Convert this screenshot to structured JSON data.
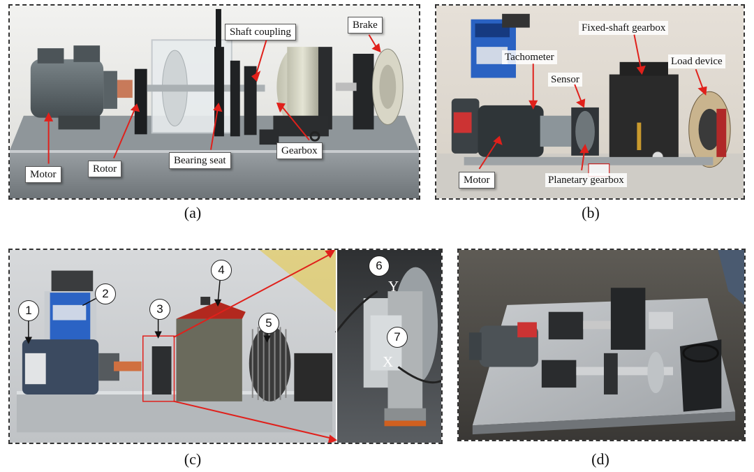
{
  "panel_a": {
    "callouts": {
      "shaft_coupling": "Shaft coupling",
      "brake": "Brake",
      "motor": "Motor",
      "rotor": "Rotor",
      "bearing_seat": "Bearing seat",
      "gearbox": "Gearbox"
    },
    "caption": "(a)"
  },
  "panel_b": {
    "labels": {
      "fixed_shaft_gearbox": "Fixed-shaft gearbox",
      "tachometer": "Tachometer",
      "sensor": "Sensor",
      "load_device": "Load device",
      "motor": "Motor",
      "planetary_gearbox": "Planetary gearbox"
    },
    "caption": "(b)"
  },
  "panel_c": {
    "markers": [
      "1",
      "2",
      "3",
      "4",
      "5",
      "6",
      "7"
    ],
    "axis_letters": {
      "y": "Y",
      "x": "X"
    },
    "caption": "(c)"
  },
  "panel_d": {
    "caption": "(d)"
  },
  "colors": {
    "arrow_red": "#e0201b",
    "motor_gray": "#5f6b70",
    "drive_blue": "#2a5cb5",
    "gearbox_red": "#b2281e",
    "plate_gray": "#b9bcbf"
  }
}
